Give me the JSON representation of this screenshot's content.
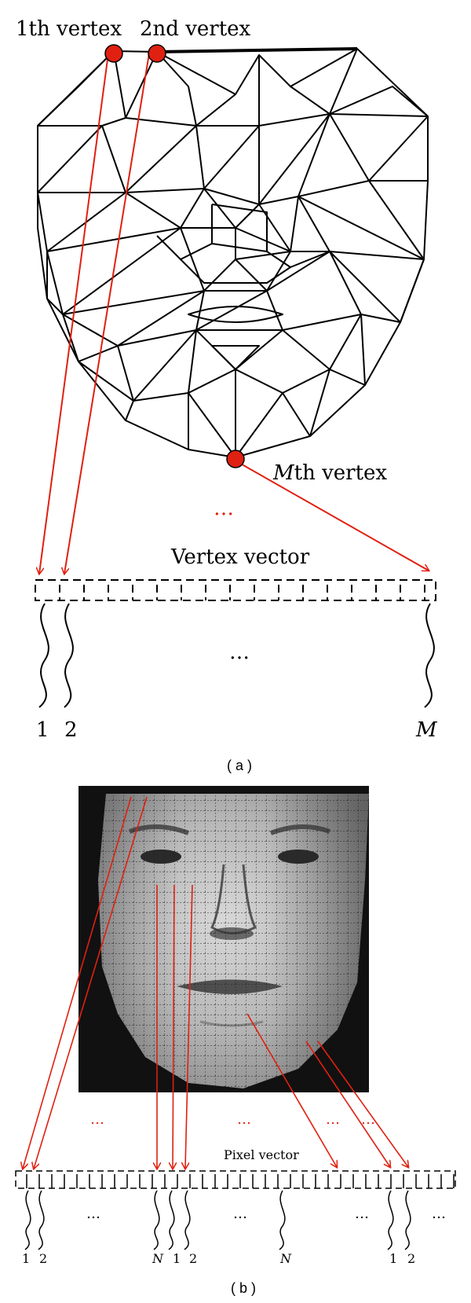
{
  "panel_a": {
    "label": "( a )",
    "vertex1_label": "1th vertex",
    "vertex2_label": "2nd vertex",
    "vertexM_label": "th vertex",
    "vertexM_italic": "M",
    "red_dots": "…",
    "vector_label": "Vertex vector",
    "mid_dots": "…",
    "index_1": "1",
    "index_2": "2",
    "index_M": "M"
  },
  "panel_b": {
    "label": "( b )",
    "vector_label": "Pixel vector",
    "red_dots": [
      "…",
      "…",
      "…",
      "…"
    ],
    "dots": "…",
    "indices": [
      "1",
      "2",
      "N",
      "1",
      "2",
      "N",
      "1",
      "2"
    ]
  },
  "colors": {
    "accent_red": "#e02010",
    "line": "#000000"
  }
}
